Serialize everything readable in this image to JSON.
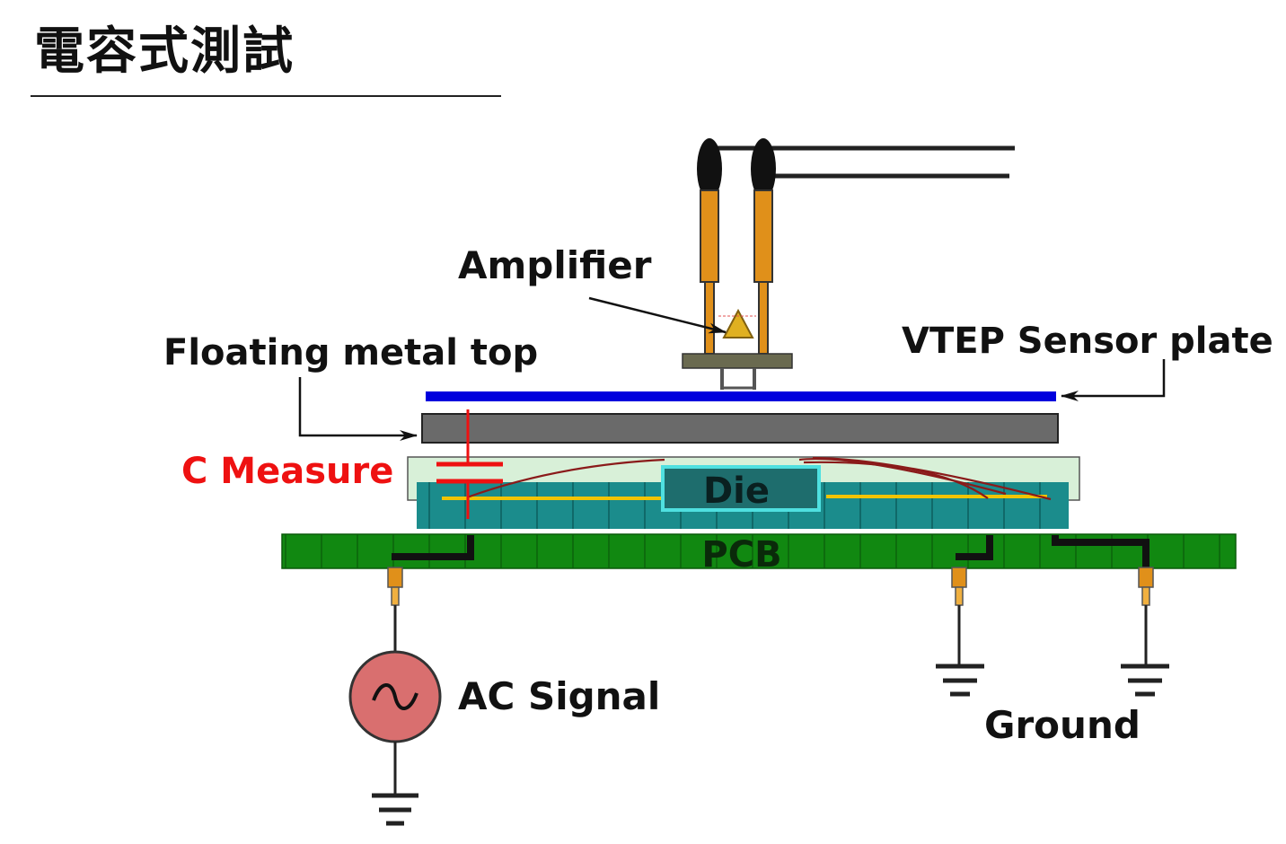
{
  "title": "電容式測試",
  "labels": {
    "amplifier": "Amplifier",
    "sensor_plate": "VTEP Sensor plate",
    "floating_metal_top": "Floating metal top",
    "c_measure": "C Measure",
    "die": "Die",
    "pcb": "PCB",
    "ac_signal": "AC Signal",
    "ground": "Ground"
  },
  "colors": {
    "sensor_plate": "#0000dd",
    "floating_metal": "#666666",
    "c_measure": "#ee1111",
    "package": "#1a8a8a",
    "die": "#2aa7aa",
    "pcb": "#118811",
    "probe": "#e0901a",
    "ac_source": "#e07a7a"
  }
}
